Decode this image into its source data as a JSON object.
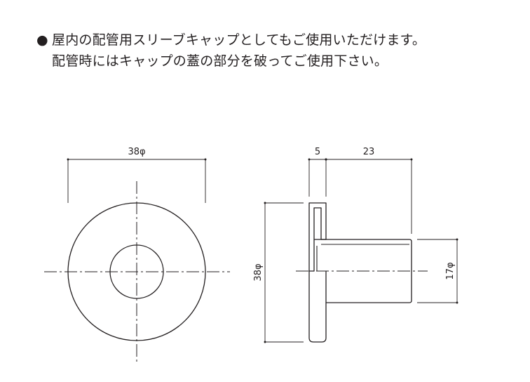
{
  "notes": {
    "bullet": "●",
    "line1": "屋内の配管用スリーブキャップとしてもご使用いただけます。",
    "line2": "配管時にはキャップの蓋の部分を破ってご使用下さい。"
  },
  "front_view": {
    "outer_diameter_label": "38φ"
  },
  "side_view": {
    "flange_thickness_label": "5",
    "body_length_label": "23",
    "outer_diameter_label": "38φ",
    "inner_diameter_label": "17φ"
  }
}
